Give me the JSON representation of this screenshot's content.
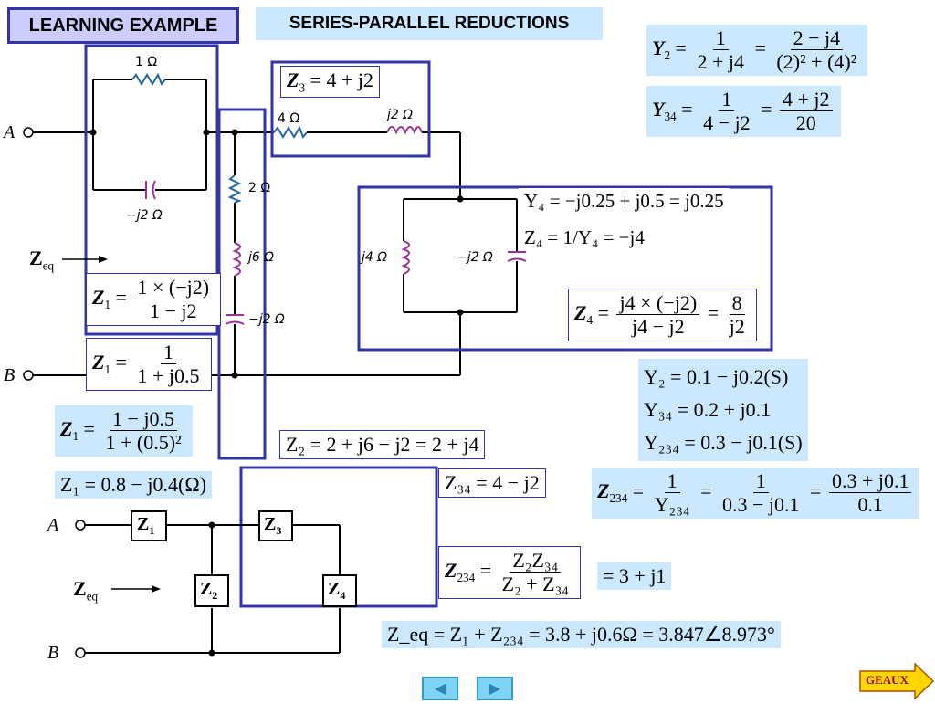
{
  "header": {
    "title": "LEARNING EXAMPLE",
    "subtitle": "SERIES-PARALLEL REDUCTIONS"
  },
  "circuit_top": {
    "node_a": "A",
    "node_b": "B",
    "r1": "1 Ω",
    "c1": "−j2 Ω",
    "r4": "4 Ω",
    "l2": "j2 Ω",
    "r2": "2 Ω",
    "l6": "j6 Ω",
    "c2": "−j2 Ω",
    "l4": "j4 Ω",
    "c4": "−j2 Ω",
    "zeq": "Z",
    "zeq_sub": "eq"
  },
  "circuit_bottom": {
    "node_a": "A",
    "node_b": "B",
    "z1": "Z",
    "z1_sub": "1",
    "z2": "Z",
    "z2_sub": "2",
    "z3": "Z",
    "z3_sub": "3",
    "z4": "Z",
    "z4_sub": "4",
    "zeq": "Z",
    "zeq_sub": "eq"
  },
  "equations": {
    "z3": {
      "lhs": "Z",
      "sub": "3",
      "rhs": "= 4 + j2"
    },
    "y2": {
      "lhs": "Y",
      "sub": "2",
      "frac1_num": "1",
      "frac1_den": "2 + j4",
      "frac2_num": "2 − j4",
      "frac2_den": "(2)² + (4)²"
    },
    "y34": {
      "lhs": "Y",
      "sub": "34",
      "frac1_num": "1",
      "frac1_den": "4 − j2",
      "frac2_num": "4 + j2",
      "frac2_den": "20"
    },
    "y4": {
      "text": "Y₄ = −j0.25 + j0.5 = j0.25"
    },
    "z4a": {
      "text": "Z₄ = 1/Y₄ = −j4"
    },
    "z4b": {
      "lhs": "Z",
      "sub": "4",
      "frac1_num": "j4 × (−j2)",
      "frac1_den": "j4 − j2",
      "frac2_num": "8",
      "frac2_den": "j2"
    },
    "z1a": {
      "lhs": "Z",
      "sub": "1",
      "num": "1 × (−j2)",
      "den": "1 − j2"
    },
    "z1b": {
      "lhs": "Z",
      "sub": "1",
      "num": "1",
      "den": "1 + j0.5"
    },
    "z1c": {
      "lhs": "Z",
      "sub": "1",
      "num": "1 − j0.5",
      "den": "1 + (0.5)²"
    },
    "z1d": {
      "text": "Z₁ = 0.8 − j0.4(Ω)"
    },
    "z2": {
      "text": "Z₂ = 2 + j6 − j2 = 2 + j4"
    },
    "z34": {
      "text": "Z₃₄ = 4 − j2"
    },
    "yset": {
      "line1": "Y₂ = 0.1 − j0.2(S)",
      "line2": "Y₃₄ = 0.2 + j0.1",
      "line3": "Y₂₃₄ = 0.3 − j0.1(S)"
    },
    "z234a": {
      "lhs": "Z",
      "sub": "234",
      "f1n": "1",
      "f1d": "Y₂₃₄",
      "f2n": "1",
      "f2d": "0.3 − j0.1",
      "f3n": "0.3 + j0.1",
      "f3d": "0.1"
    },
    "z234b": {
      "lhs": "Z",
      "sub": "234",
      "num": "Z₂Z₃₄",
      "den": "Z₂ + Z₃₄"
    },
    "z234c": {
      "text": "= 3 + j1"
    },
    "zeq": {
      "text": "Z_eq = Z₁ + Z₂₃₄ = 3.8 + j0.6Ω = 3.847∠8.973°"
    }
  },
  "nav": {
    "prev": "◀",
    "next": "▶",
    "geaux": "GEAUX"
  },
  "colors": {
    "frame": "#3333aa",
    "eq_bg": "#cce8ff",
    "resistor": "#2266aa",
    "inductor": "#993399",
    "capacitor": "#993399",
    "geaux_fill": "#ffd700"
  }
}
